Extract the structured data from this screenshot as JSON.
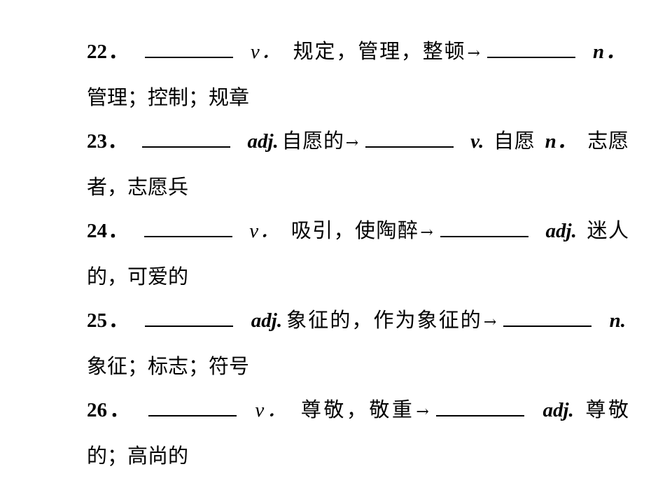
{
  "items": [
    {
      "number": "22．",
      "pos1": "v．",
      "meaning1": "规定，管理，整顿",
      "arrow": "→",
      "pos2": "n．",
      "meaning2": "管理；控制；规章"
    },
    {
      "number": "23．",
      "pos1": "adj.",
      "meaning1": "自愿的",
      "arrow": "→",
      "pos2": "v.",
      "meaning2": "自愿",
      "pos3": "n．",
      "meaning3": "志愿者，志愿兵"
    },
    {
      "number": "24．",
      "pos1": "v．",
      "meaning1": "吸引，使陶醉",
      "arrow": "→",
      "pos2": "adj.",
      "meaning2": "迷人的，可爱的"
    },
    {
      "number": "25．",
      "pos1": "adj.",
      "meaning1": "象征的，作为象征的",
      "arrow": "→",
      "pos2": "n.",
      "meaning2": "象征；标志；符号"
    },
    {
      "number": "26．",
      "pos1": "v．",
      "meaning1": "尊敬，敬重",
      "arrow": "→",
      "pos2": "adj.",
      "meaning2": "尊敬的；高尚的"
    }
  ]
}
